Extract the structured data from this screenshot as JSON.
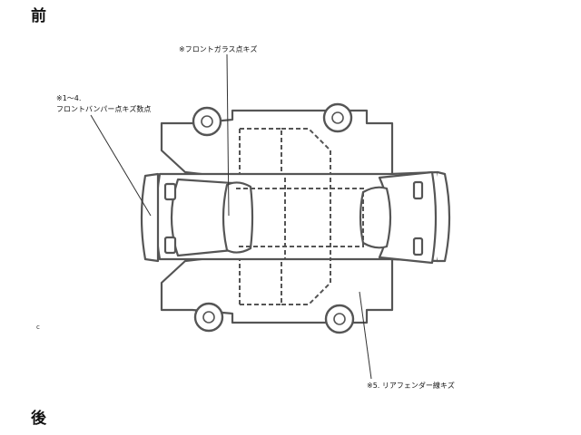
{
  "labels": {
    "front": "前",
    "rear": "後",
    "c_mark": "c"
  },
  "annotations": [
    {
      "id": "front-glass",
      "text": "※フロントガラス点キズ"
    },
    {
      "id": "front-bumper-1",
      "text": "※1～4."
    },
    {
      "id": "front-bumper-2",
      "text": "フロントバンパー点キズ数点"
    },
    {
      "id": "rear-fender",
      "text": "※5. リアフェンダー線キズ"
    }
  ],
  "colors": {
    "stroke": "#555555",
    "text": "#111111",
    "background": "#ffffff"
  }
}
